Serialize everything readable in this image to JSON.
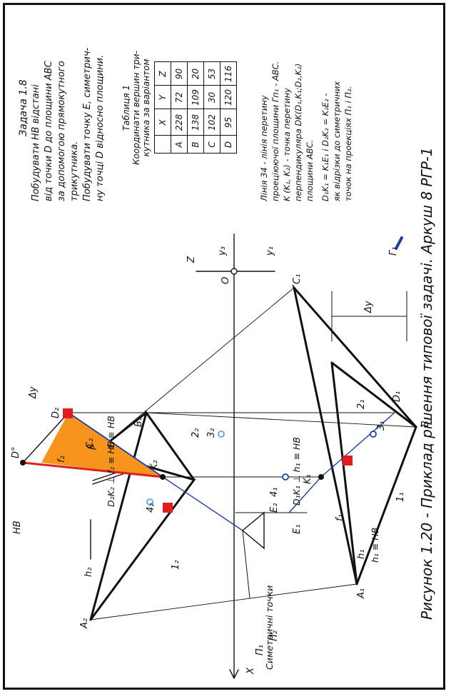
{
  "task": {
    "title": "Задача 1.8",
    "lines": [
      "Побудувати НВ відстані",
      "від точки D до площини ABC",
      "за допомогою прямокутного",
      "трикутника.",
      "Побудувати точку E, симетрич-",
      "ну точці D відносно площини."
    ]
  },
  "table": {
    "title_lines": [
      "Таблиця 1",
      "Координати вершин три-",
      "кутника за варіантом"
    ],
    "headers": [
      "",
      "X",
      "Y",
      "Z"
    ],
    "rows": [
      [
        "A",
        "228",
        "72",
        "90"
      ],
      [
        "B",
        "138",
        "109",
        "20"
      ],
      [
        "C",
        "102",
        "30",
        "53"
      ],
      [
        "D",
        "95",
        "120",
        "116"
      ]
    ]
  },
  "notes": {
    "lines": [
      "Лінія 34 - лінія перетину",
      "проеціюючої площини Гп₁ - ABC.",
      "K (K₁, K₂) - точка перетину",
      "перпендикуляра DK(D₁,K₁;D₂,K₂)",
      "площини ABC.",
      "D₁K₁ = K₁E₁ і D₂K₂ = K₂E₂ -",
      "як відрізки до симетричних",
      "точок на проекціях П₁ і П₂."
    ]
  },
  "caption": "Рисунок 1.20 - Приклад рішення типової задачі. Аркуш 8 РГР-1",
  "labels": {
    "A2": "A₂",
    "B2": "B₂",
    "C2": "C₂",
    "D2": "D₂",
    "E2": "E₂",
    "K2": "K₂",
    "h2": "h₂",
    "f2": "f₂",
    "12": "1₂",
    "22": "2₂",
    "32": "3₂",
    "42": "4₂",
    "A1": "A₁",
    "B1": "B₁",
    "C1": "C₁",
    "D1": "D₁",
    "E1": "E₁",
    "K1": "K₁",
    "h1": "h₁",
    "f1": "f₁",
    "11": "1₁",
    "21": "2₁",
    "31": "3₁",
    "41": "4₁",
    "D0": "D°",
    "HB": "НВ",
    "beta": "β",
    "dy_top": "Δy",
    "dy_bot": "Δy",
    "X": "X",
    "Z": "Z",
    "O": "O",
    "Y3": "y₃",
    "Y1": "y₁",
    "P1": "П₁",
    "P2": "П₂",
    "G1": "Г₁"
  },
  "annotations": {
    "d2k2": "D₂K₂ ⊥ f₂ ≡ НВ",
    "f2hb": "f₂ ≡ НВ",
    "d1k1": "D₁K₁ ⊥ h₁ ≡ НВ",
    "h1hb": "h₁ ≡ НВ",
    "sym": "Симетричні точки"
  },
  "colors": {
    "line": "#111111",
    "construction_blue": "#1f3fa8",
    "true_length_red": "#e01e1e",
    "triangle_fill": "#f7941d",
    "marker_red": "#e01e1e",
    "light_blue_point": "#3aa0e8"
  }
}
